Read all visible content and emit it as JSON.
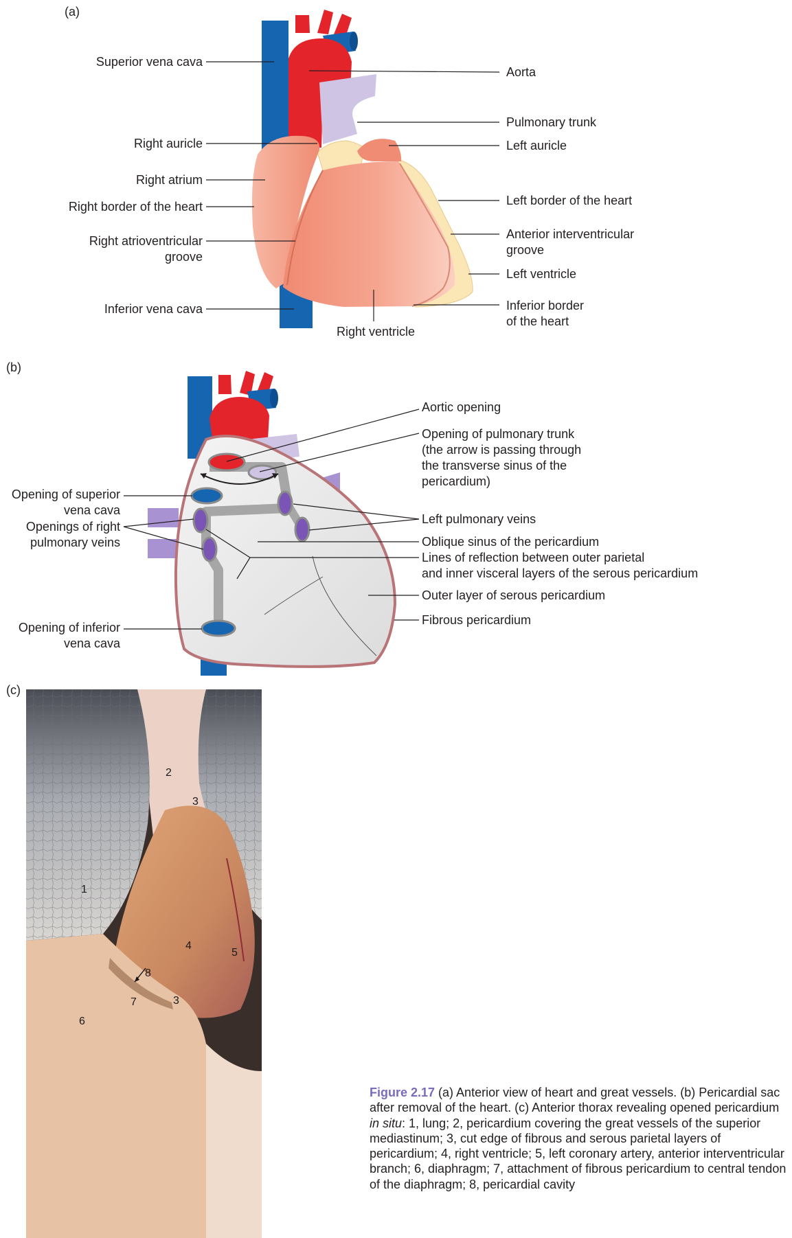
{
  "panels": {
    "a": "(a)",
    "b": "(b)",
    "c": "(c)"
  },
  "panel_a": {
    "labels": {
      "superior_vena_cava": "Superior vena cava",
      "right_auricle": "Right auricle",
      "right_atrium": "Right atrium",
      "right_border": "Right border of the heart",
      "right_av_groove_1": "Right atrioventricular",
      "right_av_groove_2": "groove",
      "inferior_vena_cava": "Inferior vena cava",
      "right_ventricle": "Right ventricle",
      "aorta": "Aorta",
      "pulmonary_trunk": "Pulmonary trunk",
      "left_auricle": "Left auricle",
      "left_border": "Left border of the heart",
      "anterior_iv_groove_1": "Anterior interventricular",
      "anterior_iv_groove_2": "groove",
      "left_ventricle": "Left ventricle",
      "inferior_border_1": "Inferior border",
      "inferior_border_2": "of the heart"
    }
  },
  "panel_b": {
    "labels": {
      "svc_opening_1": "Opening of superior",
      "svc_opening_2": "vena cava",
      "right_pv_openings_1": "Openings of right",
      "right_pv_openings_2": "pulmonary veins",
      "ivc_opening_1": "Opening of inferior",
      "ivc_opening_2": "vena cava",
      "aortic_opening": "Aortic opening",
      "pulm_trunk_opening_1": "Opening of pulmonary trunk",
      "pulm_trunk_opening_2": "(the arrow is passing through",
      "pulm_trunk_opening_3": "the transverse sinus of the",
      "pulm_trunk_opening_4": "pericardium)",
      "left_pv": "Left pulmonary veins",
      "oblique_sinus": "Oblique sinus of the pericardium",
      "reflection_1": "Lines of reflection between outer parietal",
      "reflection_2": "and inner visceral layers of the serous pericardium",
      "outer_serous": "Outer layer of serous pericardium",
      "fibrous": "Fibrous pericardium"
    }
  },
  "panel_c": {
    "numbers": {
      "n1": "1",
      "n2": "2",
      "n3a": "3",
      "n3b": "3",
      "n4": "4",
      "n5": "5",
      "n6": "6",
      "n7": "7",
      "n8": "8"
    }
  },
  "caption": {
    "figure_number": "Figure 2.17",
    "text_1": " (a) Anterior view of heart and great vessels. (b) Pericardial sac after removal of the heart. (c) Anterior thorax revealing opened pericardium ",
    "text_italic": "in situ",
    "text_2": ": 1, lung; 2, pericardium covering the great vessels of the superior mediastinum; 3, cut edge of fibrous and serous parietal layers of pericardium; 4, right ventricle; 5, left coronary artery, anterior interventricular branch; 6, diaphragm; 7, attachment of fibrous pericardium to central tendon of the diaphragm; 8, pericardial cavity"
  },
  "colors": {
    "vein_blue": "#1565b0",
    "artery_red": "#e3242b",
    "pulmonary_lilac": "#cfc4e3",
    "heart_salmon": "#f3a18c",
    "fat_yellow": "#fbe7b5",
    "pericardium_rose": "#b97478",
    "caption_accent": "#7b6bbd"
  }
}
